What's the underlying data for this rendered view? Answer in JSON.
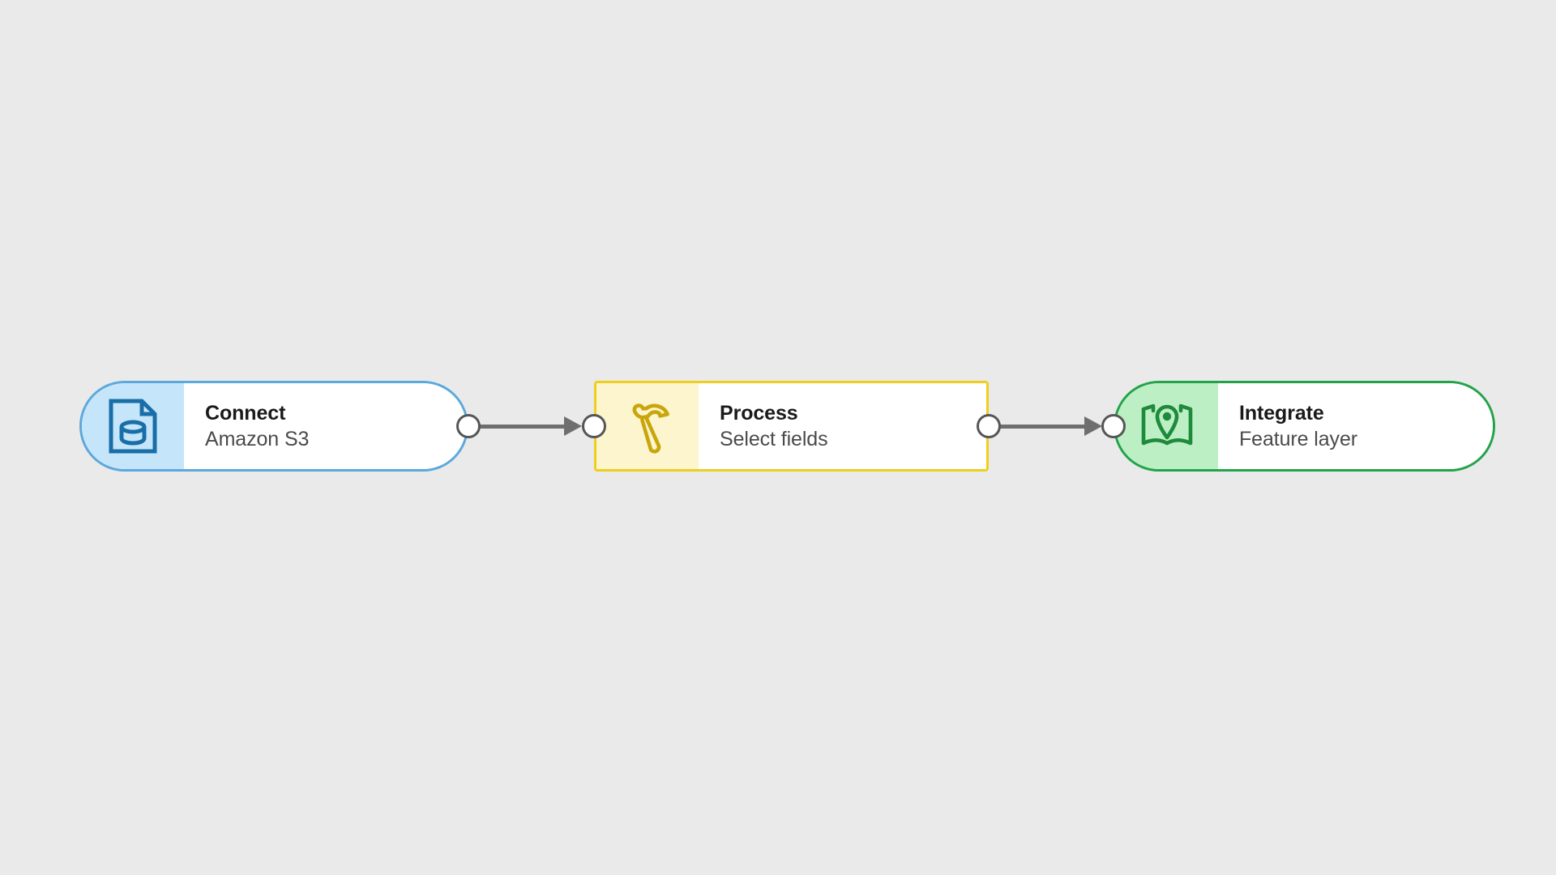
{
  "canvas": {
    "background_color": "#EAEAEA"
  },
  "workflow": {
    "nodes": [
      {
        "id": "connect",
        "title": "Connect",
        "subtitle": "Amazon S3",
        "icon": "document-database-icon",
        "shape": "pill",
        "border_color": "#5BA8DD",
        "panel_color": "#C5E6FA",
        "icon_color": "#1A6EA8"
      },
      {
        "id": "process",
        "title": "Process",
        "subtitle": "Select fields",
        "icon": "hammer-icon",
        "shape": "rectangle",
        "border_color": "#F0CE1D",
        "panel_color": "#FCF5CE",
        "icon_color": "#C9A60B"
      },
      {
        "id": "integrate",
        "title": "Integrate",
        "subtitle": "Feature layer",
        "icon": "map-pin-icon",
        "shape": "pill",
        "border_color": "#22A34A",
        "panel_color": "#BDEFC4",
        "icon_color": "#1E8A3C"
      }
    ],
    "connections": [
      {
        "id": "link-1",
        "from": "connect",
        "to": "process"
      },
      {
        "id": "link-2",
        "from": "process",
        "to": "integrate"
      }
    ],
    "connector_color": "#6E6E6E",
    "port_fill_color": "#FFFFFF",
    "port_stroke_color": "#565656"
  }
}
